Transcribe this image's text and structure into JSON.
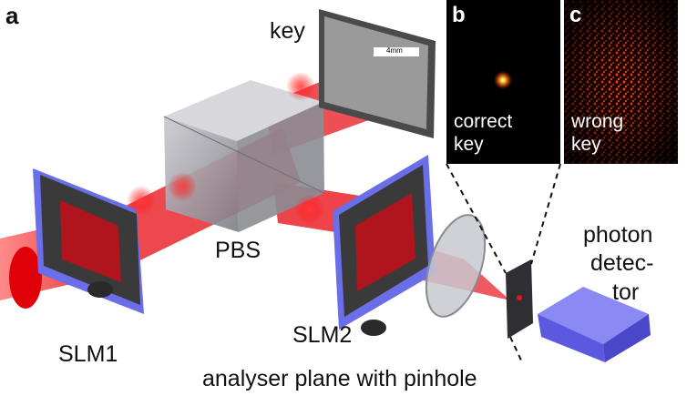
{
  "panels": {
    "a": "a",
    "b": "b",
    "c": "c"
  },
  "labels": {
    "key": "key",
    "pbs": "PBS",
    "slm1": "SLM1",
    "slm2": "SLM2",
    "analyser": "analyser plane with pinhole",
    "detector_line1": "photon",
    "detector_line2": "detec-",
    "detector_line3": "tor",
    "key_scale": "4mm"
  },
  "insets": {
    "b": {
      "line1": "correct",
      "line2": "key"
    },
    "c": {
      "line1": "wrong",
      "line2": "key"
    }
  },
  "colors": {
    "beam": "#e8141c",
    "slm_frame": "#6a6ee8",
    "detector": "#6b68f0",
    "inset_bg": "#000000",
    "cube": "#9a9aa2"
  }
}
